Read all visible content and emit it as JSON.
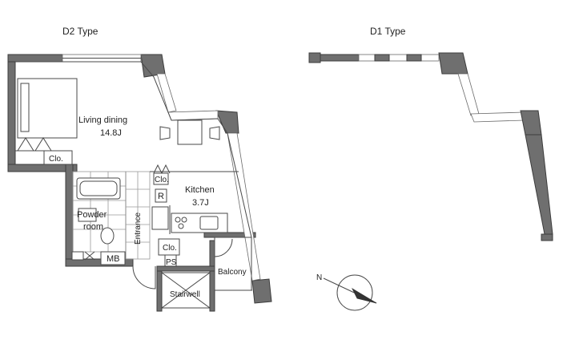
{
  "d2": {
    "title": "D2 Type",
    "living": {
      "name": "Living dining",
      "area": "14.8J"
    },
    "kitchen": {
      "name": "Kitchen",
      "area": "3.7J"
    },
    "powder": {
      "line1": "Powder",
      "line2": "room"
    },
    "closet_living": "Clo.",
    "closet_upper": "Clo.",
    "closet_lower": "Clo.",
    "fridge": "R",
    "entrance": "Entrance",
    "mb": "MB",
    "ps": "PS",
    "balcony": "Balcony",
    "stairwell": "Stairwell"
  },
  "d1": {
    "title": "D1 Type"
  },
  "compass": {
    "label": "N"
  },
  "colors": {
    "wall": "#6f6f6f",
    "line": "#4a4a4a"
  }
}
